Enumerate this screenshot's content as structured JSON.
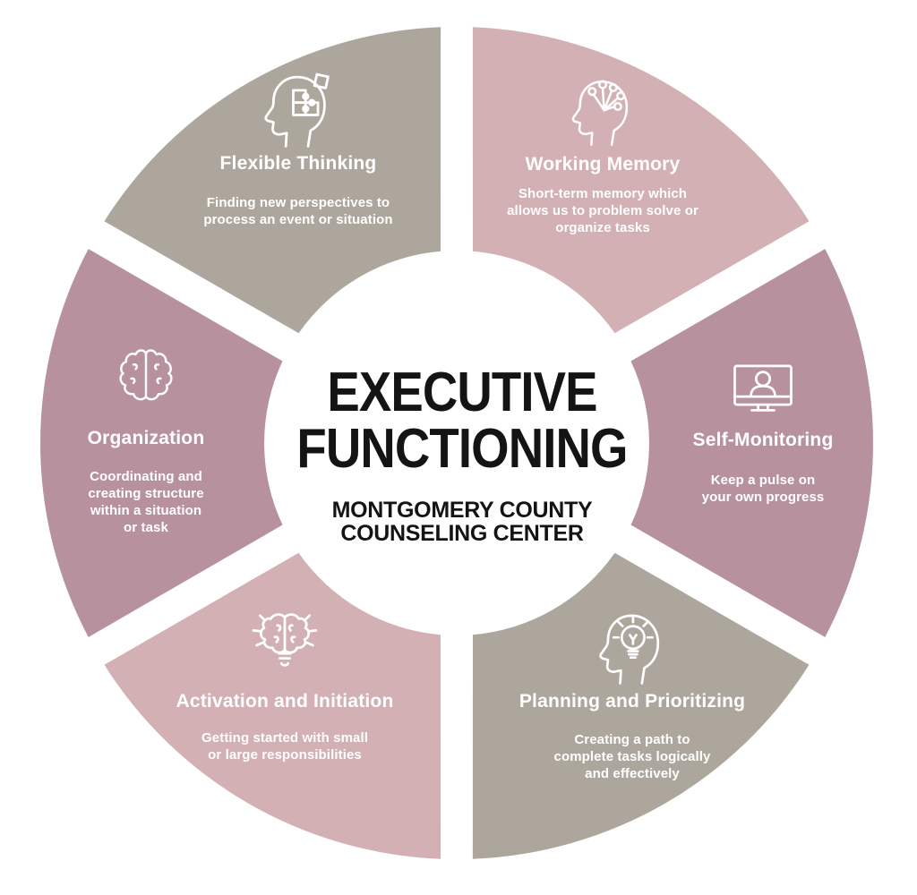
{
  "center": {
    "title": "EXECUTIVE\nFUNCTIONING",
    "subtitle": "MONTGOMERY COUNTY\nCOUNSELING CENTER"
  },
  "palette": {
    "taupe": "#ada69d",
    "pink": "#d3b0b3",
    "mauve": "#b7929e",
    "segment_text": "#ffffff",
    "center_text": "#141414",
    "background": "#ffffff"
  },
  "segments": [
    {
      "id": "flexible-thinking",
      "position": "top-left",
      "color": "#ada69d",
      "icon": "head-puzzle-icon",
      "title": "Flexible Thinking",
      "description": "Finding new perspectives to\nprocess an event or situation"
    },
    {
      "id": "working-memory",
      "position": "top-right",
      "color": "#d3b0b3",
      "icon": "head-network-icon",
      "title": "Working Memory",
      "description": "Short-term memory which\nallows us to problem solve or\norganize tasks"
    },
    {
      "id": "self-monitoring",
      "position": "right",
      "color": "#b7929e",
      "icon": "monitor-person-icon",
      "title": "Self-Monitoring",
      "description": "Keep a pulse on\nyour own progress"
    },
    {
      "id": "planning-and-prioritizing",
      "position": "bottom-right",
      "color": "#ada69d",
      "icon": "head-lightbulb-icon",
      "title": "Planning and Prioritizing",
      "description": "Creating a path to\ncomplete tasks logically\nand effectively"
    },
    {
      "id": "activation-and-initiation",
      "position": "bottom-left",
      "color": "#d3b0b3",
      "icon": "brain-lightbulb-icon",
      "title": "Activation and Initiation",
      "description": "Getting started with small\nor large responsibilities"
    },
    {
      "id": "organization",
      "position": "left",
      "color": "#b7929e",
      "icon": "brain-icon",
      "title": "Organization",
      "description": "Coordinating and\ncreating structure\nwithin a situation\nor task"
    }
  ]
}
